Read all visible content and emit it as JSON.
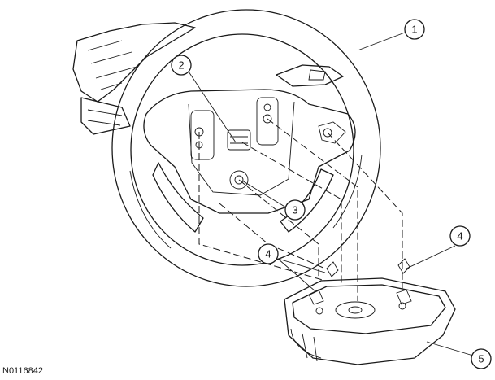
{
  "figure_id": "N0116842",
  "callouts": [
    {
      "label": "1"
    },
    {
      "label": "2"
    },
    {
      "label": "3"
    },
    {
      "label": "4"
    },
    {
      "label": "4"
    },
    {
      "label": "5"
    }
  ],
  "colors": {
    "line": "#1a1a1a",
    "background": "#ffffff"
  }
}
